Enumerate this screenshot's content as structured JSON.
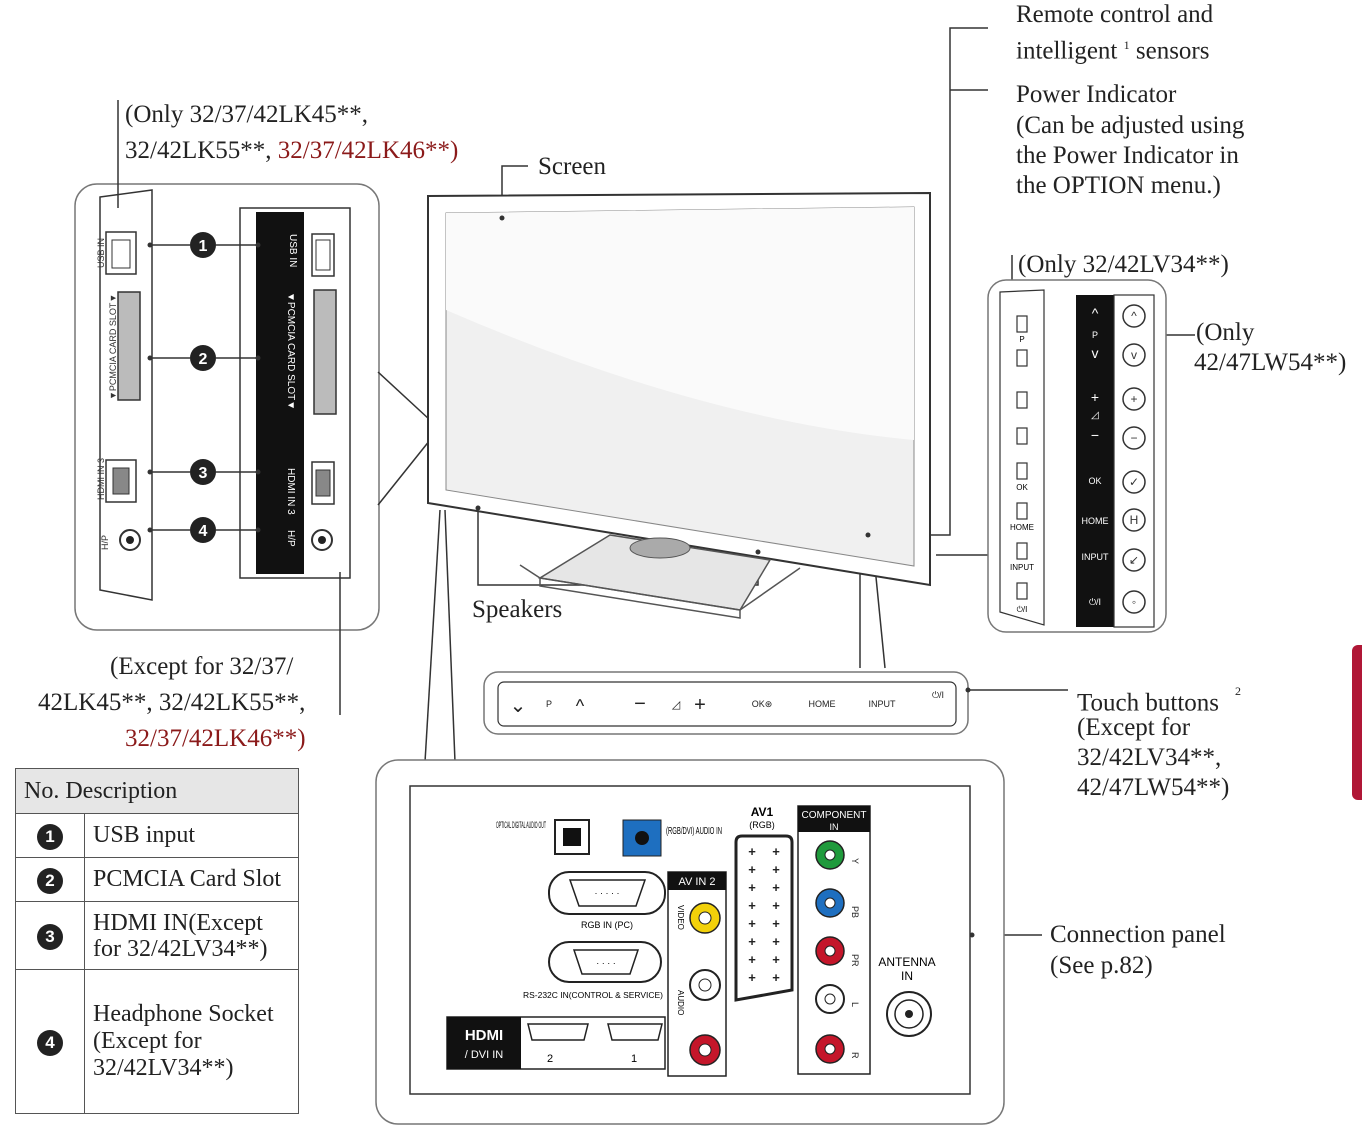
{
  "labels": {
    "remote_sensor_1": "Remote control and",
    "remote_sensor_2": "intelligent",
    "remote_sensor_sup": "1",
    "remote_sensor_3": "sensors",
    "power_ind_1": "Power Indicator",
    "power_ind_2": "(Can be adjusted using",
    "power_ind_3": "the Power Indicator in",
    "power_ind_4": "the OPTION menu.)",
    "only_lk_1": "(Only 32/37/42LK45**,",
    "only_lk_2a": "32/42LK55**, ",
    "only_lk_2b": "32/37/42LK46**)",
    "screen": "Screen",
    "only_lv": "(Only 32/42LV34**)",
    "only_lw_1": "(Only",
    "only_lw_2": "42/47LW54**)",
    "speakers": "Speakers",
    "except_lk_1": "(Except for 32/37/",
    "except_lk_2": "42LK45**, 32/42LK55**,",
    "except_lk_3": "32/37/42LK46**)",
    "touch_1": "Touch buttons",
    "touch_sup": "2",
    "touch_2": "(Except for",
    "touch_3": "32/42LV34**,",
    "touch_4": "42/47LW54**)",
    "conn_1": "Connection panel",
    "conn_2": "(See p.82)"
  },
  "table": {
    "header": "No. Description",
    "rows": [
      {
        "num": "1",
        "desc": "USB input"
      },
      {
        "num": "2",
        "desc": "PCMCIA Card Slot"
      },
      {
        "num": "3",
        "desc": "HDMI IN(Except for 32/42LV34**)"
      },
      {
        "num": "4",
        "desc": "Headphone Socket (Except for 32/42LV34**)"
      }
    ]
  },
  "side_panel_text": {
    "usb_in": "USB IN",
    "pcmcia": "▼PCMCIA CARD SLOT▼",
    "hdmi3": "HDMI IN 3",
    "hp": "H/P"
  },
  "callouts": [
    "1",
    "2",
    "3",
    "4"
  ],
  "side_buttons": {
    "p": "P",
    "ok": "OK",
    "home": "HOME",
    "input": "INPUT",
    "power": "⏻/I"
  },
  "touch_bar": {
    "p": "P",
    "ok": "OK⊛",
    "home": "HOME",
    "input": "INPUT",
    "power": "⏻/I"
  },
  "connection_panel": {
    "optical": "OPTICAL DIGITAL AUDIO OUT",
    "rgb_audio": "(RGB/DVI) AUDIO IN",
    "av1": "AV1",
    "av1_sub": "(RGB)",
    "component": "COMPONENT",
    "component_in": "IN",
    "av_in2": "AV IN 2",
    "rgb_in_pc": "RGB IN (PC)",
    "rs232": "RS-232C IN(CONTROL & SERVICE)",
    "hdmi_dvi": "/ DVI IN",
    "hdmi_logo": "HDMI",
    "port_2": "2",
    "port_1": "1",
    "antenna": "ANTENNA",
    "antenna_in": "IN",
    "video": "VIDEO",
    "audio": "AUDIO",
    "comp_y": "Y",
    "comp_pb": "PB",
    "comp_pr": "PR",
    "comp_l": "L",
    "comp_r": "R"
  },
  "colors": {
    "accent_red": "#b01736",
    "jack_green": "#1f9a3c",
    "jack_blue": "#1e6fc0",
    "jack_red": "#c4162a",
    "jack_yellow": "#f2d10a"
  }
}
